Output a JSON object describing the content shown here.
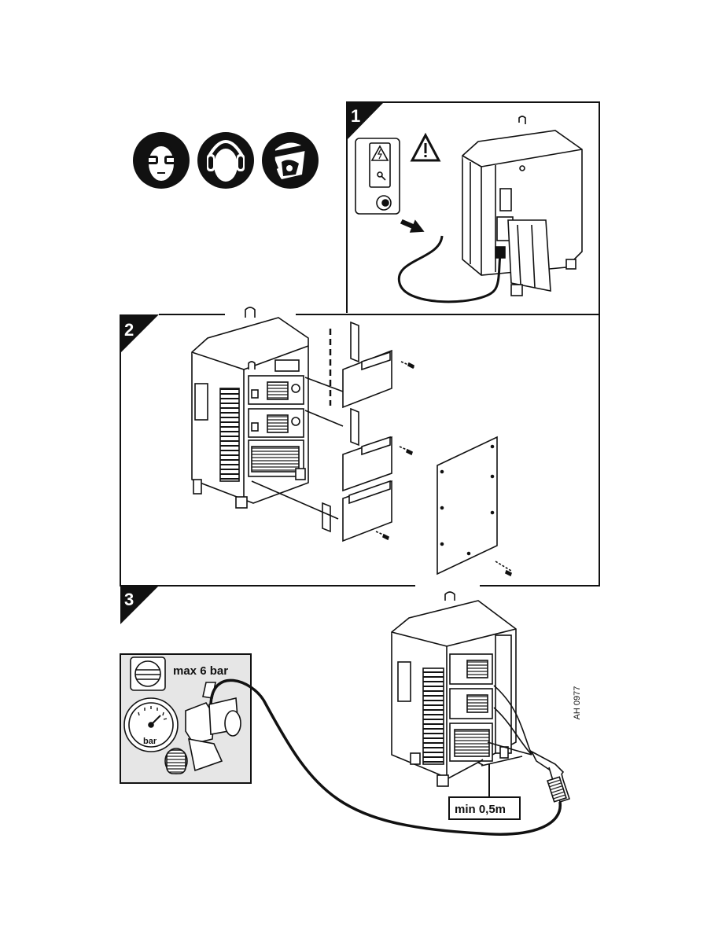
{
  "steps": [
    {
      "number": "1"
    },
    {
      "number": "2"
    },
    {
      "number": "3"
    }
  ],
  "pressure_panel": {
    "max_label": "max 6 bar",
    "gauge_unit": "bar"
  },
  "distance_label": "min 0,5m",
  "figure_reference": "AH 0977",
  "safety_icons": [
    "goggles-icon",
    "ear-protection-icon",
    "respirator-mask-icon"
  ],
  "colors": {
    "ink": "#111111",
    "panel_fill": "#e6e6e6",
    "paper": "#ffffff"
  }
}
